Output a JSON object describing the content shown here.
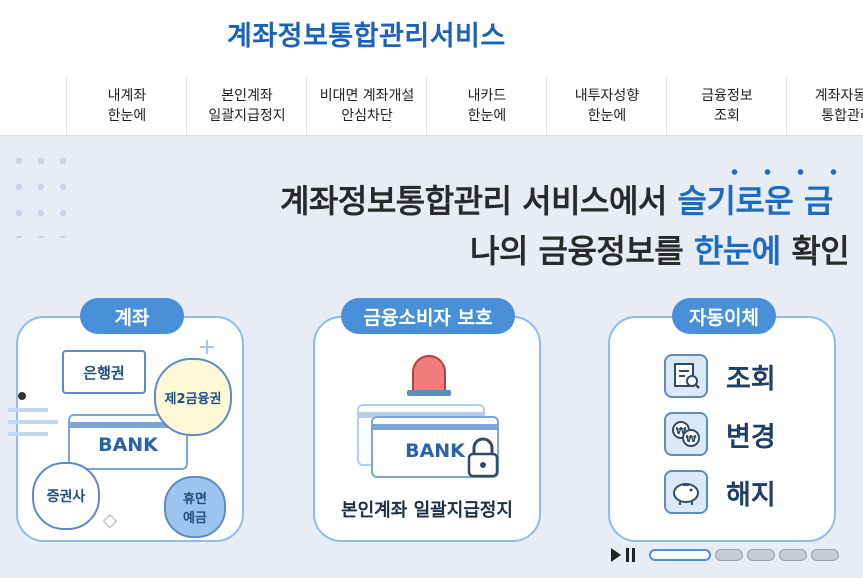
{
  "header": {
    "title": "계좌정보통합관리서비스"
  },
  "nav": [
    {
      "line1": "내계좌",
      "line2": "한눈에"
    },
    {
      "line1": "본인계좌",
      "line2": "일괄지급정지"
    },
    {
      "line1": "비대면 계좌개설",
      "line2": "안심차단"
    },
    {
      "line1": "내카드",
      "line2": "한눈에"
    },
    {
      "line1": "내투자성향",
      "line2": "한눈에"
    },
    {
      "line1": "금융정보",
      "line2": "조회"
    },
    {
      "line1": "계좌자동이",
      "line2": "통합관리"
    }
  ],
  "hero": {
    "line1_pre": "계좌정보통합관리 서비스에서 ",
    "line1_highlight": "슬기로운 금",
    "line2_pre": "나의 금융정보를 ",
    "line2_highlight": "한눈에",
    "line2_post": " 확인"
  },
  "cards": {
    "account": {
      "title": "계좌",
      "bank": "BANK",
      "bubble_bank": "은행권",
      "bubble_second": "제2금융권",
      "bubble_securities": "증권사",
      "bubble_dormant": "휴면\n예금"
    },
    "protection": {
      "title": "금융소비자 보호",
      "bank": "BANK",
      "caption": "본인계좌 일괄지급정지"
    },
    "autotransfer": {
      "title": "자동이체",
      "items": [
        "조회",
        "변경",
        "해지"
      ]
    }
  },
  "colors": {
    "brand": "#1a63b8",
    "accent": "#4a90d9",
    "hero_bg": "#e7ecf5"
  },
  "slider": {
    "count": 5,
    "active_index": 0
  }
}
